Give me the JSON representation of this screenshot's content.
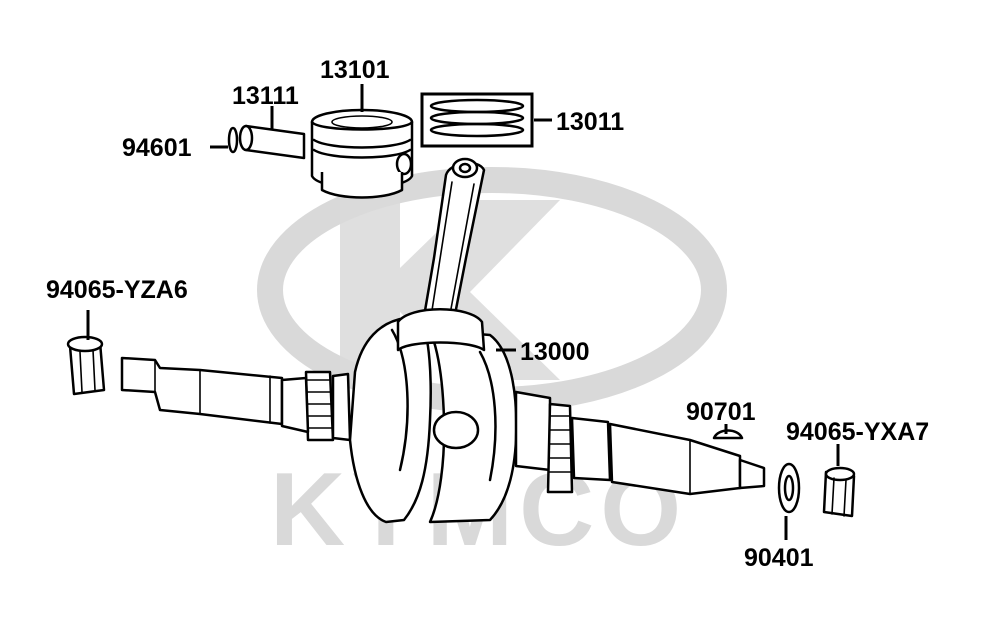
{
  "watermark": {
    "text": "KYMCO",
    "color": "#d9d9d9"
  },
  "colors": {
    "line": "#000000",
    "fill": "#ffffff"
  },
  "parts": {
    "p94601": "94601",
    "p13111": "13111",
    "p13101": "13101",
    "p13011": "13011",
    "p13000": "13000",
    "p94065_yza6": "94065-YZA6",
    "p90701": "90701",
    "p94065_yxa7": "94065-YXA7",
    "p90401": "90401"
  }
}
